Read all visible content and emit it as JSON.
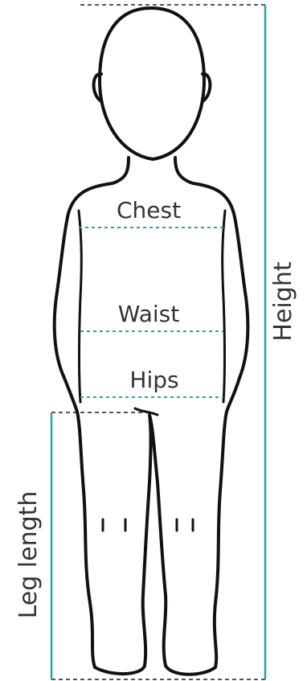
{
  "labels": {
    "chest": "Chest",
    "waist": "Waist",
    "hips": "Hips",
    "height": "Height",
    "leg_length": "Leg length"
  },
  "colors": {
    "measure_line": "#2aa59a",
    "guide_dash": "#555555",
    "outline": "#111111",
    "text": "#333333"
  }
}
